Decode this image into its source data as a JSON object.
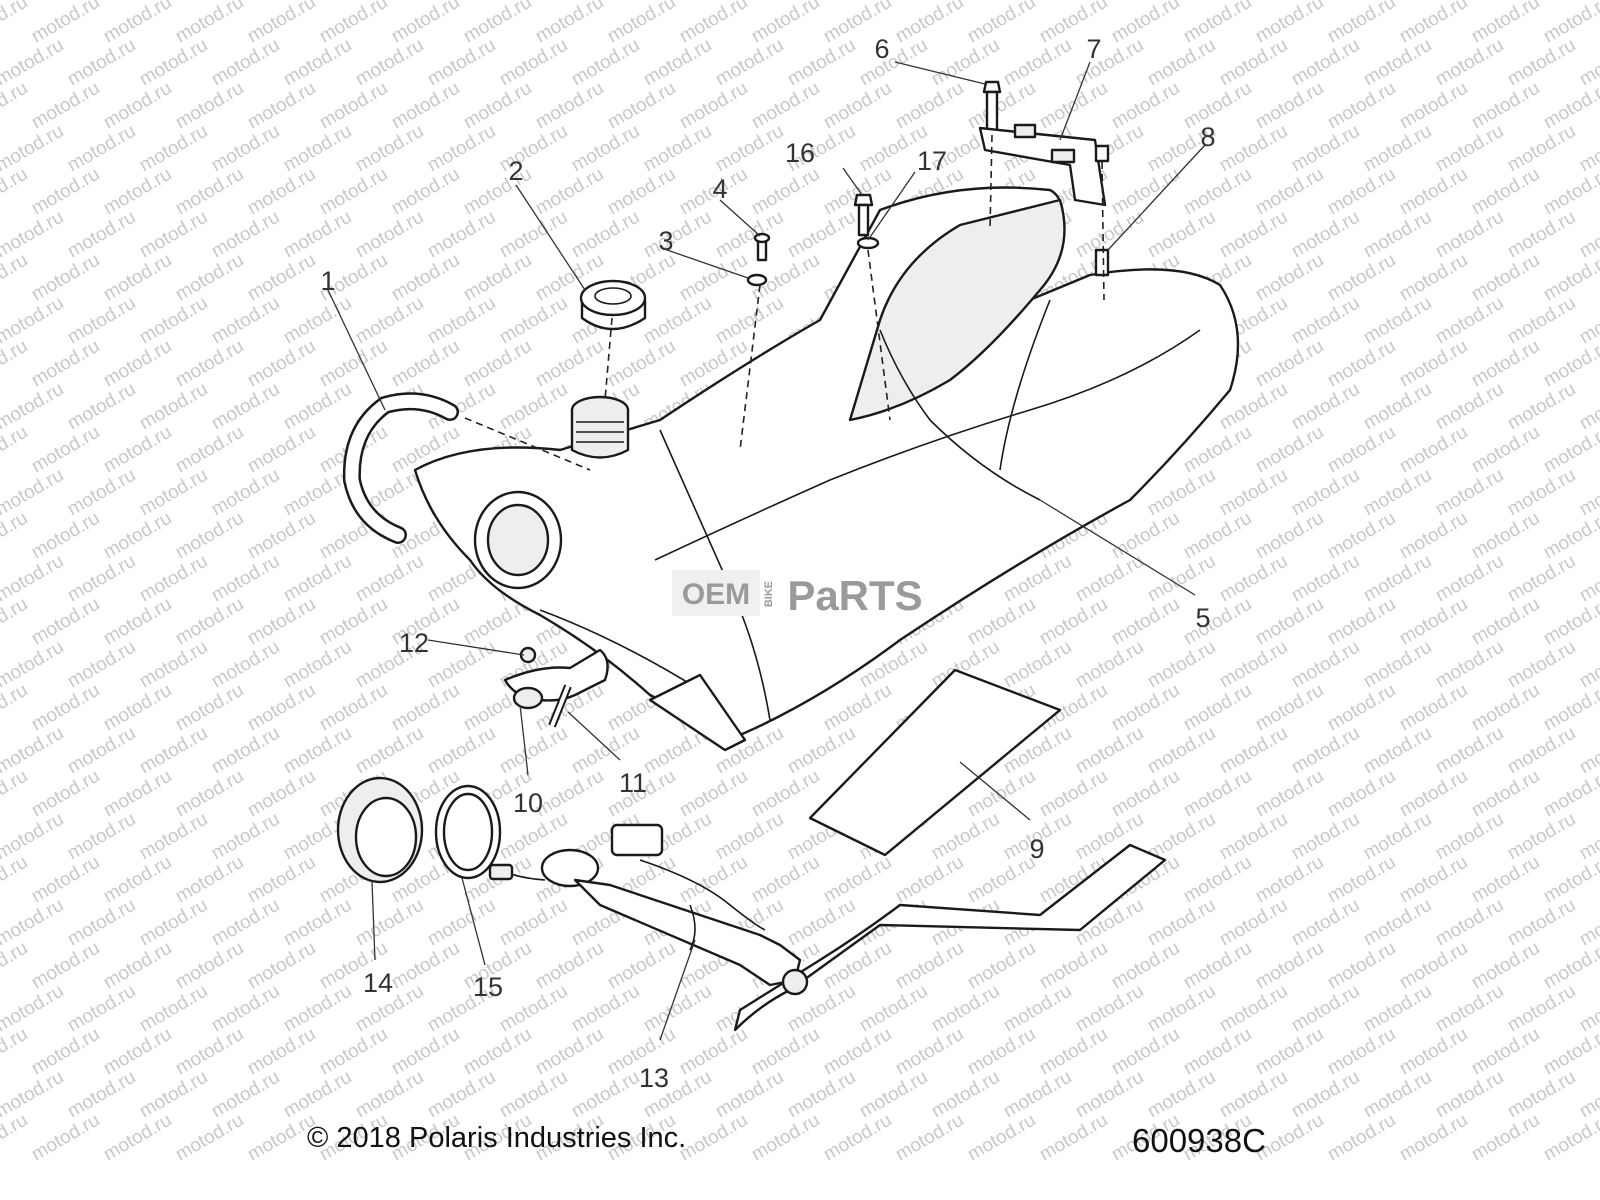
{
  "watermark": {
    "text": "motod.ru",
    "color": "#c8c8c8"
  },
  "logo": {
    "left": "OEM",
    "middle": "BIKE",
    "right": "PaRTS",
    "color": "#9a9a9a"
  },
  "callouts": [
    {
      "id": "1",
      "label": "1"
    },
    {
      "id": "2",
      "label": "2"
    },
    {
      "id": "3",
      "label": "3"
    },
    {
      "id": "4",
      "label": "4"
    },
    {
      "id": "5",
      "label": "5"
    },
    {
      "id": "6",
      "label": "6"
    },
    {
      "id": "7",
      "label": "7"
    },
    {
      "id": "8",
      "label": "8"
    },
    {
      "id": "9",
      "label": "9"
    },
    {
      "id": "10",
      "label": "10"
    },
    {
      "id": "11",
      "label": "11"
    },
    {
      "id": "12",
      "label": "12"
    },
    {
      "id": "13",
      "label": "13"
    },
    {
      "id": "14",
      "label": "14"
    },
    {
      "id": "15",
      "label": "15"
    },
    {
      "id": "16",
      "label": "16"
    },
    {
      "id": "17",
      "label": "17"
    }
  ],
  "footer": {
    "copyright": "© 2018 Polaris Industries Inc.",
    "diagram_code": "600938C"
  }
}
